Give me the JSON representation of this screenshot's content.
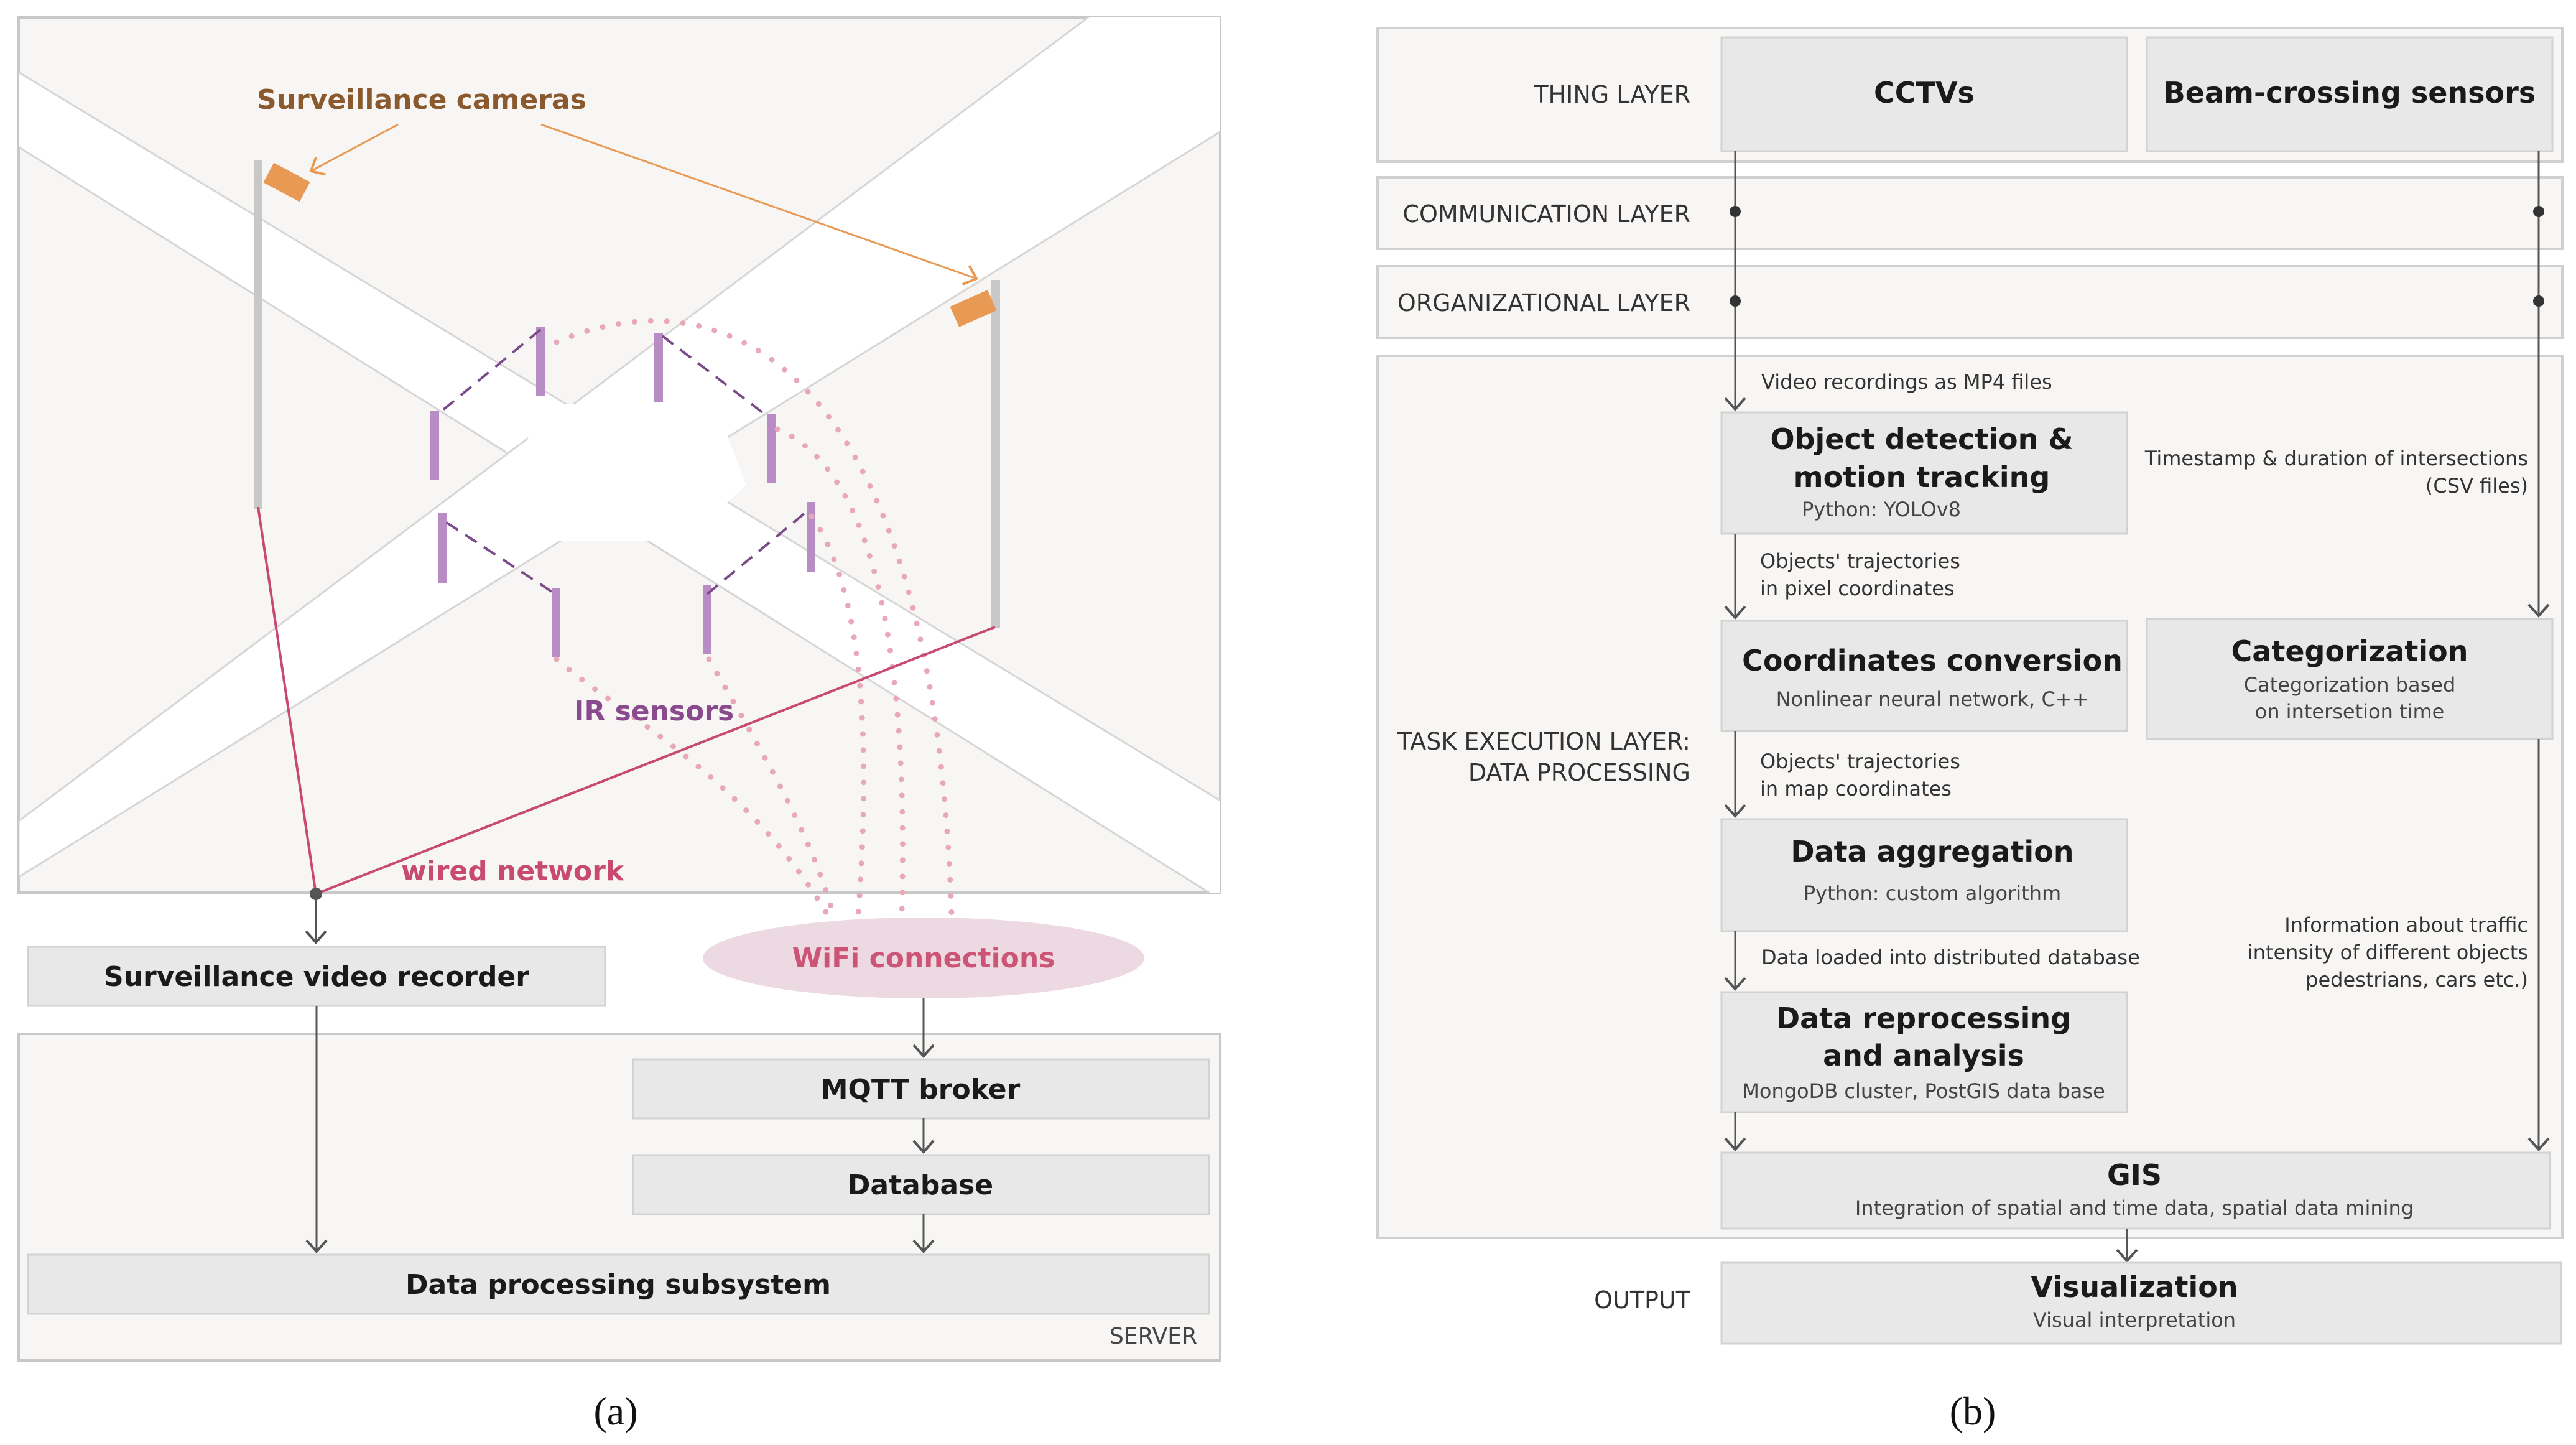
{
  "panel_a": {
    "label": "(a)",
    "surveillance_cameras": "Surveillance cameras",
    "ir_sensors": "IR sensors",
    "wired_network": "wired network",
    "wifi_connections": "WiFi connections",
    "video_recorder": "Surveillance video recorder",
    "mqtt_broker": "MQTT broker",
    "database": "Database",
    "data_processing": "Data processing subsystem",
    "server": "SERVER"
  },
  "panel_b": {
    "label": "(b)",
    "layers": {
      "thing": "THING LAYER",
      "communication": "COMMUNICATION LAYER",
      "organizational": "ORGANIZATIONAL LAYER",
      "task_line1": "TASK EXECUTION LAYER:",
      "task_line2": "DATA PROCESSING",
      "output": "OUTPUT"
    },
    "cctvs": "CCTVs",
    "beam_sensors": "Beam-crossing sensors",
    "video_recordings": "Video recordings as MP4 files",
    "obj_det_line1": "Object detection &",
    "obj_det_line2": "motion tracking",
    "obj_det_sub": "Python: YOLOv8",
    "timestamp_line1": "Timestamp & duration of intersections",
    "timestamp_line2": "(CSV files)",
    "traj_pixel_line1": "Objects' trajectories",
    "traj_pixel_line2": "in pixel coordinates",
    "coord_conv": "Coordinates conversion",
    "coord_conv_sub": "Nonlinear neural network, C++",
    "categorization": "Categorization",
    "categorization_sub1": "Categorization based",
    "categorization_sub2": "on intersetion time",
    "traj_map_line1": "Objects' trajectories",
    "traj_map_line2": "in map coordinates",
    "data_agg": "Data aggregation",
    "data_agg_sub": "Python: custom algorithm",
    "data_loaded": "Data loaded into distributed database",
    "info_line1": "Information about traffic",
    "info_line2": "intensity of different objects",
    "info_line3": "pedestrians, cars etc.)",
    "reproc_line1": "Data reprocessing",
    "reproc_line2": "and analysis",
    "reproc_sub": "MongoDB cluster, PostGIS data base",
    "gis": "GIS",
    "gis_sub": "Integration of spatial and time data, spatial data mining",
    "visualization": "Visualization",
    "visualization_sub": "Visual interpretation"
  },
  "colors": {
    "box_fill": "#e8e8e8",
    "panel_bg": "#f7f6f4",
    "camera": "#e89a55",
    "camera_label": "#8a5a2e",
    "ir_sensor": "#b88cc4",
    "ir_label": "#8a4a8e",
    "wired": "#c84a72",
    "wifi_fill": "#ecd9e2",
    "wifi_text": "#cc5577",
    "wifi_dots": "#e9a8b8",
    "arrow": "#555555"
  }
}
